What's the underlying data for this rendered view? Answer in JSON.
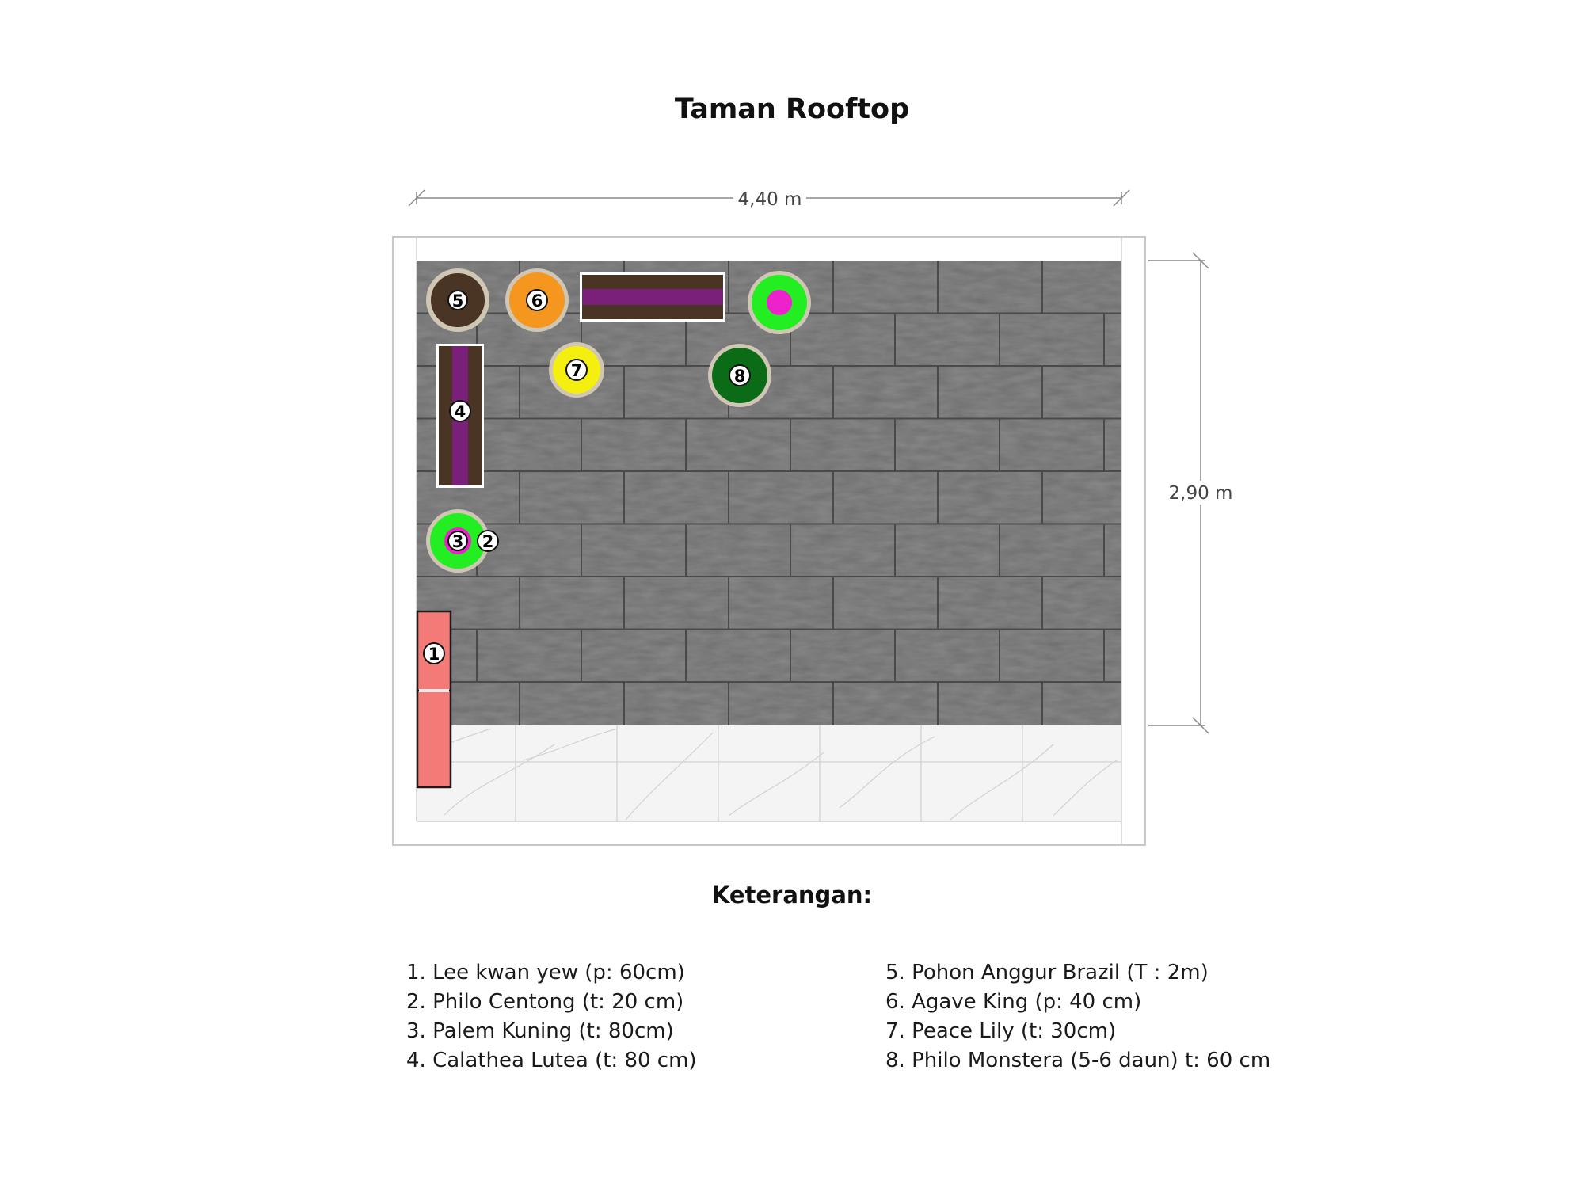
{
  "title": "Taman Rooftop",
  "dimensions": {
    "width_label": "4,40 m",
    "height_label": "2,90 m"
  },
  "legend": {
    "heading": "Keterangan:",
    "items": [
      {
        "num": "1",
        "text": "1. Lee kwan yew (p: 60cm)"
      },
      {
        "num": "2",
        "text": "2. Philo Centong (t: 20 cm)"
      },
      {
        "num": "3",
        "text": "3. Palem Kuning (t: 80cm)"
      },
      {
        "num": "4",
        "text": "4. Calathea Lutea (t: 80 cm)"
      },
      {
        "num": "5",
        "text": "5. Pohon Anggur Brazil (T : 2m)"
      },
      {
        "num": "6",
        "text": "6. Agave King (p: 40 cm)"
      },
      {
        "num": "7",
        "text": "7. Peace Lily (t: 30cm)"
      },
      {
        "num": "8",
        "text": "8. Philo Monstera (5-6 daun) t: 60 cm"
      }
    ]
  },
  "colors": {
    "floor_stone": "#6e6e6e",
    "tile_line": "#4a4a4a",
    "marble": "#f4f4f5",
    "agave": "#f5961e",
    "peace_lily": "#f5ef10",
    "philo_green": "#22ee22",
    "palem_magenta": "#ee22cc",
    "monstera": "#0b6b16",
    "calathea_purple": "#7a1f7a",
    "soil": "#4a3424",
    "lee_kwan_yew": "#f47a78"
  }
}
